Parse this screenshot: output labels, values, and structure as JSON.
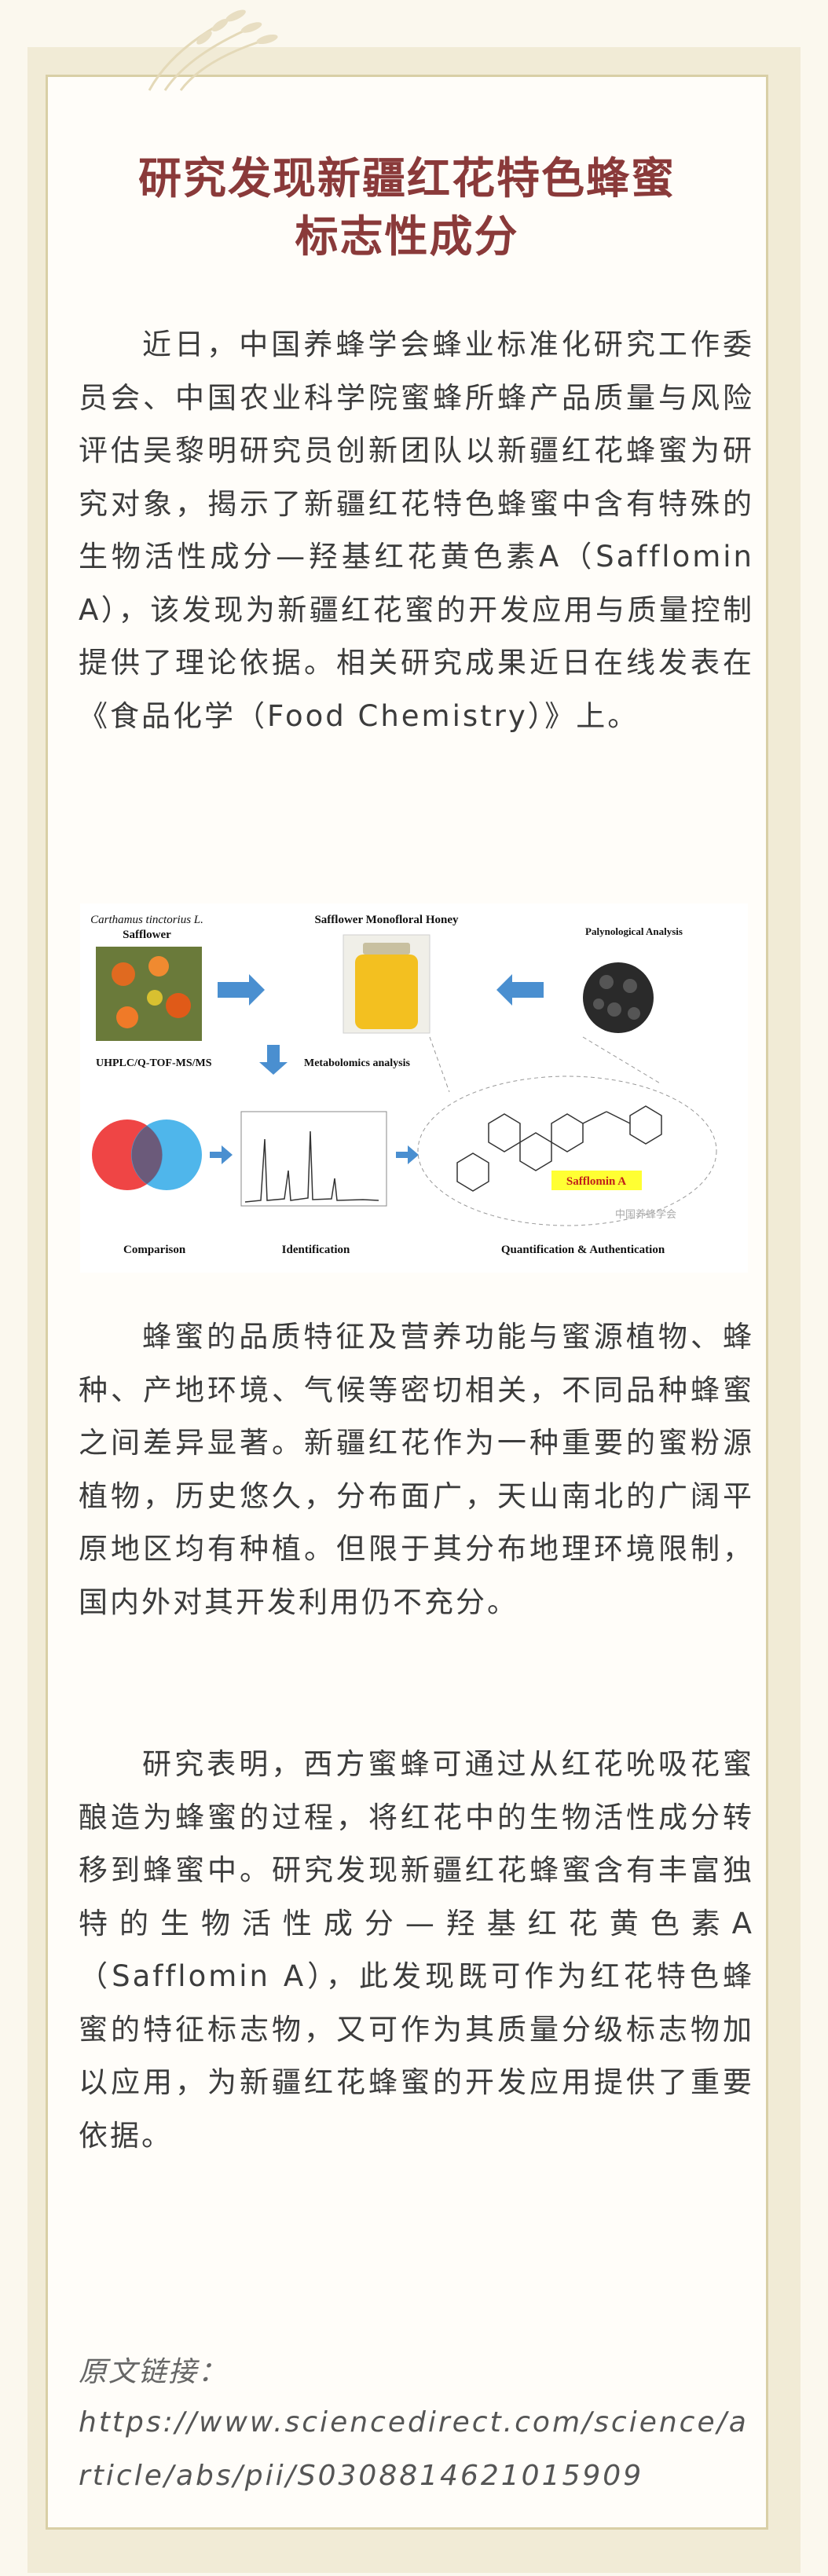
{
  "article": {
    "title_line1": "研究发现新疆红花特色蜂蜜",
    "title_line2": "标志性成分",
    "paragraph1": "近日，中国养蜂学会蜂业标准化研究工作委员会、中国农业科学院蜜蜂所蜂产品质量与风险评估吴黎明研究员创新团队以新疆红花蜂蜜为研究对象，揭示了新疆红花特色蜂蜜中含有特殊的生物活性成分—羟基红花黄色素A（Safflomin A），该发现为新疆红花蜜的开发应用与质量控制提供了理论依据。相关研究成果近日在线发表在《食品化学（Food Chemistry）》上。",
    "paragraph2": "蜂蜜的品质特征及营养功能与蜜源植物、蜂种、产地环境、气候等密切相关，不同品种蜂蜜之间差异显著。新疆红花作为一种重要的蜜粉源植物，历史悠久，分布面广，天山南北的广阔平原地区均有种植。但限于其分布地理环境限制，国内外对其开发利用仍不充分。",
    "paragraph3": "研究表明，西方蜜蜂可通过从红花吮吸花蜜酿造为蜂蜜的过程，将红花中的生物活性成分转移到蜂蜜中。研究发现新疆红花蜂蜜含有丰富独特的生物活性成分—羟基红花黄色素A（Safflomin A），此发现既可作为红花特色蜂蜜的特征标志物，又可作为其质量分级标志物加以应用，为新疆红花蜂蜜的开发应用提供了重要依据。",
    "source_label": "原文链接：",
    "source_url": "https://www.sciencedirect.com/science/article/abs/pii/S0308814621015909"
  },
  "figure": {
    "plant_latin": "Carthamus tinctorius L.",
    "plant_common": "Safflower",
    "honey_label": "Safflower Monofloral Honey",
    "palynology_label": "Palynological Analysis",
    "method_label": "UHPLC/Q-TOF-MS/MS",
    "metabolomics_label": "Metabolomics analysis",
    "compound_label": "Safflomin A",
    "comparison_label": "Comparison",
    "identification_label": "Identification",
    "quantification_label": "Quantification & Authentication",
    "watermark": "中国养蜂学会",
    "colors": {
      "arrow": "#4a8fd0",
      "venn_red": "#ee3b3b",
      "venn_blue": "#30a9e8",
      "highlight": "#ffff33",
      "honey": "#f3c020"
    }
  }
}
